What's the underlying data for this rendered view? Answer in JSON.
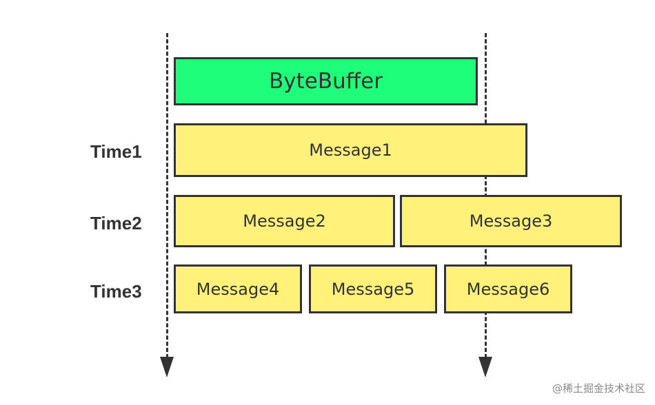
{
  "colors": {
    "buffer_fill": "#1ffe7a",
    "message_fill": "#fff17a",
    "stroke": "#333333"
  },
  "buffer": {
    "label": "ByteBuffer"
  },
  "rows": [
    {
      "label": "Time1",
      "messages": [
        "Message1"
      ]
    },
    {
      "label": "Time2",
      "messages": [
        "Message2",
        "Message3"
      ]
    },
    {
      "label": "Time3",
      "messages": [
        "Message4",
        "Message5",
        "Message6"
      ]
    }
  ],
  "watermark": {
    "text": "@稀土掘金技术社区"
  }
}
